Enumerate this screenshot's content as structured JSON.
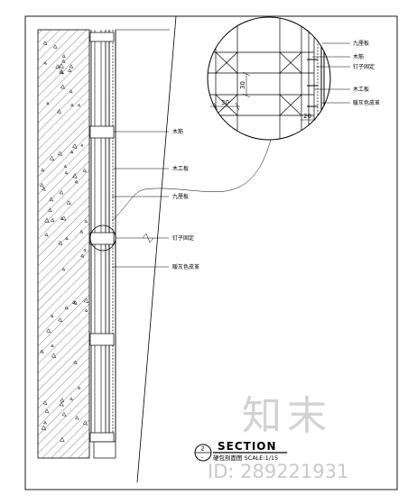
{
  "detail_labels": {
    "panel": "九厘板",
    "stud": "木筋",
    "nail": "钉子固定",
    "board": "木工板",
    "leather": "暖灰色皮革"
  },
  "detail_dims": {
    "h30": "30",
    "v30": "30",
    "d20": "20"
  },
  "section_labels": {
    "stud": "木筋",
    "board": "木工板",
    "panel": "九厘板",
    "nail": "钉子固定",
    "leather": "暖灰色皮革"
  },
  "title_block": {
    "number": "2",
    "sheet_ref": "-",
    "title": "SECTION",
    "subtitle": "硬包剖面图  SCALE:1/15"
  },
  "watermark": {
    "brand": "知末",
    "id": "ID: 289221931"
  }
}
